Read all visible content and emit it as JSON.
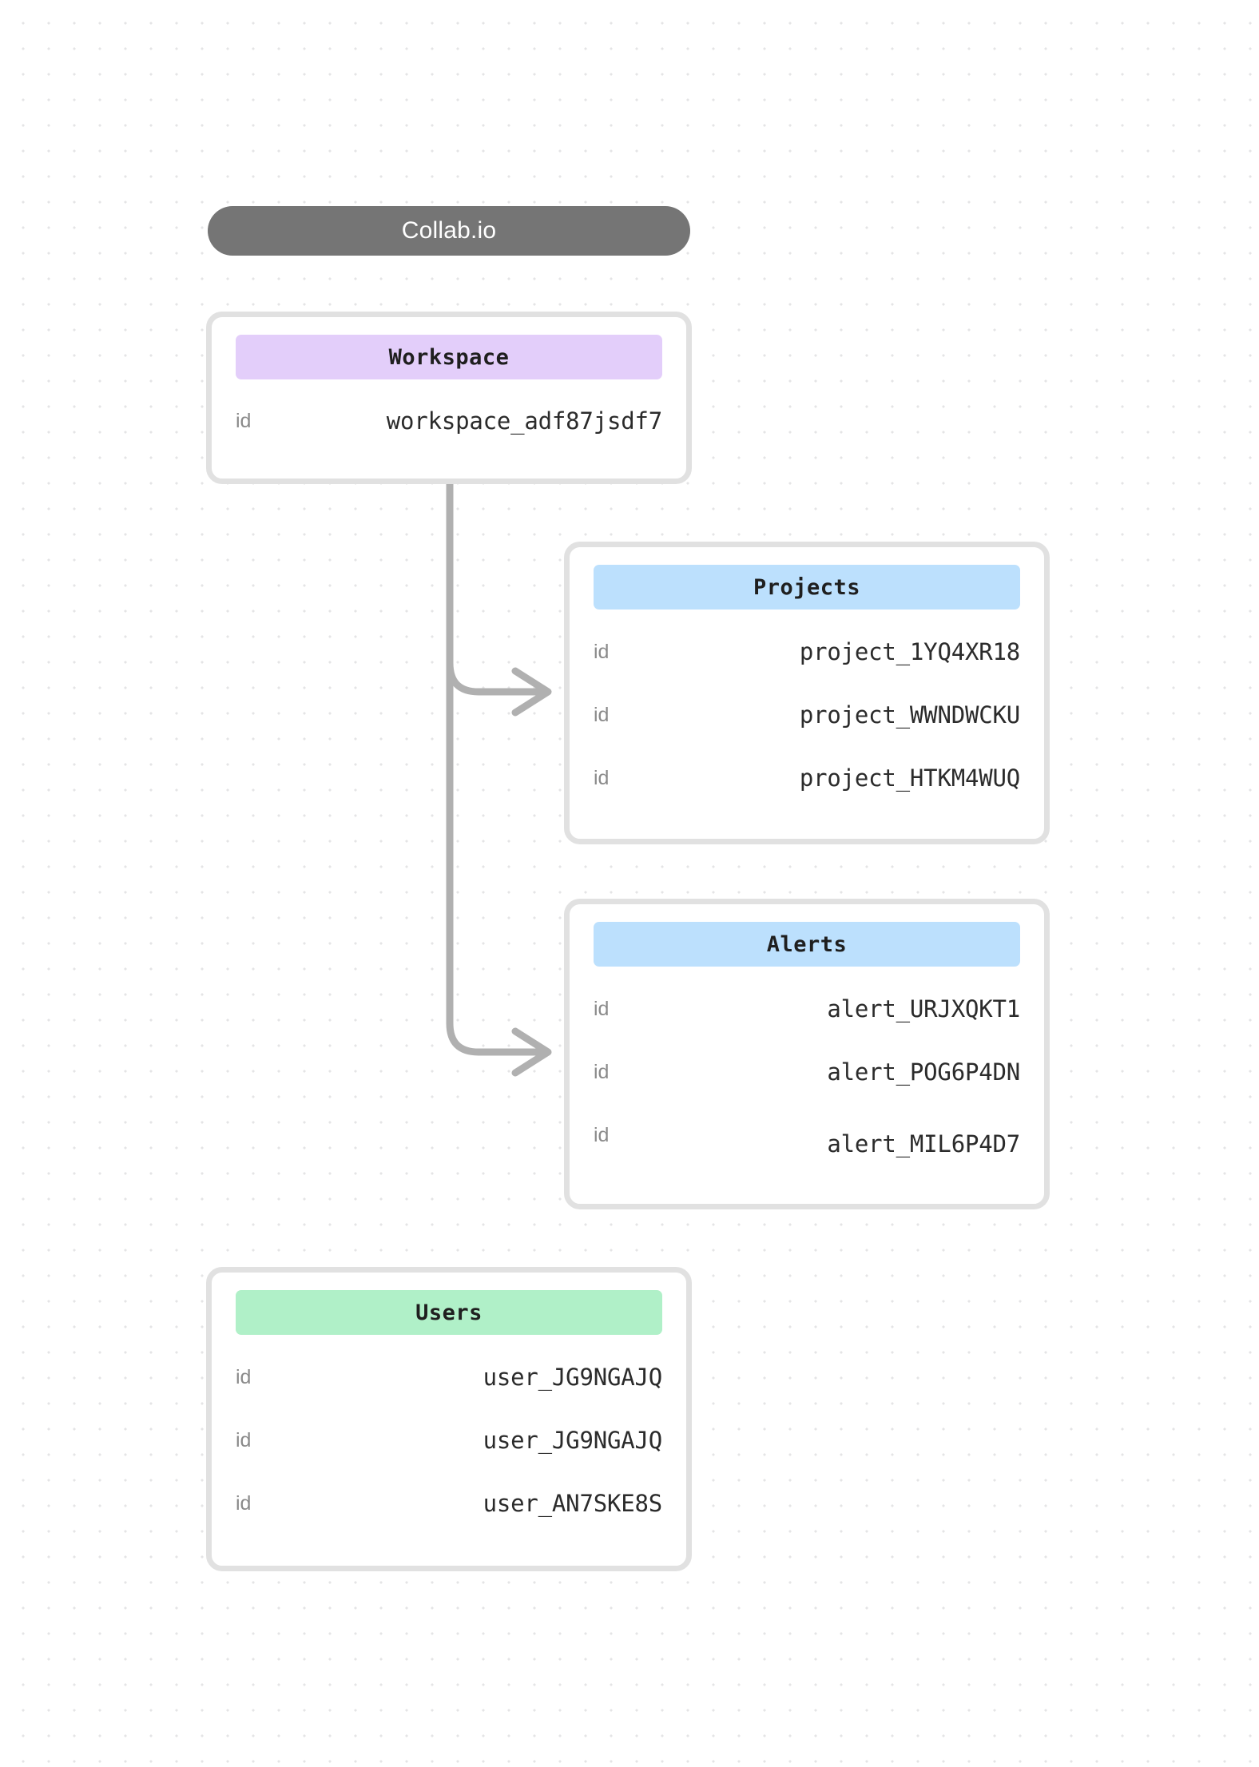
{
  "title": {
    "label": "Collab.io"
  },
  "colors": {
    "background": "#ffffff",
    "grid_dot": "#e4e4e6",
    "title_pill": "#757575",
    "title_text": "#ffffff",
    "card_border": "#e1e1e1",
    "header_workspace": "#e3cefa",
    "header_projects": "#bce0fd",
    "header_alerts": "#bce0fd",
    "header_users": "#b0f0c8",
    "connector": "#b0b0b0",
    "field_key": "#8a8a8a",
    "field_value": "#2b2b2b"
  },
  "entities": {
    "workspace": {
      "header": "Workspace",
      "rows": [
        {
          "key": "id",
          "value": "workspace_adf87jsdf7"
        }
      ]
    },
    "projects": {
      "header": "Projects",
      "rows": [
        {
          "key": "id",
          "value": "project_1YQ4XR18"
        },
        {
          "key": "id",
          "value": "project_WWNDWCKU"
        },
        {
          "key": "id",
          "value": "project_HTKM4WUQ"
        }
      ]
    },
    "alerts": {
      "header": "Alerts",
      "rows": [
        {
          "key": "id",
          "value": "alert_URJXQKT1"
        },
        {
          "key": "id",
          "value": "alert_POG6P4DN"
        },
        {
          "key": "id",
          "value": "alert_MIL6P4D7"
        }
      ]
    },
    "users": {
      "header": "Users",
      "rows": [
        {
          "key": "id",
          "value": "user_JG9NGAJQ"
        },
        {
          "key": "id",
          "value": "user_JG9NGAJQ"
        },
        {
          "key": "id",
          "value": "user_AN7SKE8S"
        }
      ]
    }
  },
  "connections": [
    {
      "from": "workspace",
      "to": "projects"
    },
    {
      "from": "workspace",
      "to": "alerts"
    }
  ]
}
